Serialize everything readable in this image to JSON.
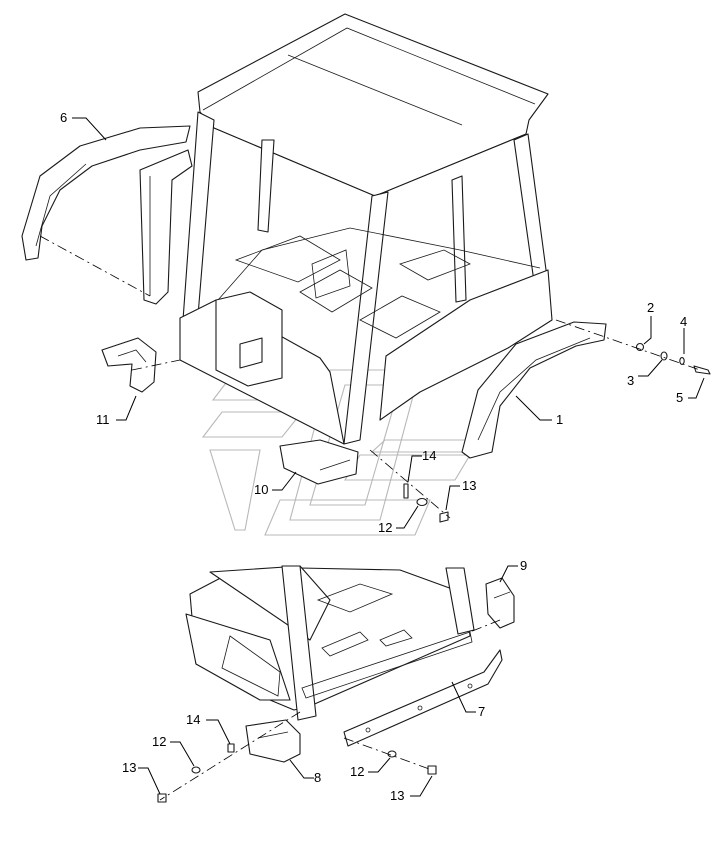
{
  "diagram": {
    "callouts": [
      {
        "id": "c1",
        "label": "1"
      },
      {
        "id": "c2",
        "label": "2"
      },
      {
        "id": "c3",
        "label": "3"
      },
      {
        "id": "c4",
        "label": "4"
      },
      {
        "id": "c5",
        "label": "5"
      },
      {
        "id": "c6",
        "label": "6"
      },
      {
        "id": "c7",
        "label": "7"
      },
      {
        "id": "c8",
        "label": "8"
      },
      {
        "id": "c9",
        "label": "9"
      },
      {
        "id": "c10",
        "label": "10"
      },
      {
        "id": "c11",
        "label": "11"
      },
      {
        "id": "c12a",
        "label": "12"
      },
      {
        "id": "c12b",
        "label": "12"
      },
      {
        "id": "c12c",
        "label": "12"
      },
      {
        "id": "c13a",
        "label": "13"
      },
      {
        "id": "c13b",
        "label": "13"
      },
      {
        "id": "c13c",
        "label": "13"
      },
      {
        "id": "c14a",
        "label": "14"
      },
      {
        "id": "c14b",
        "label": "14"
      }
    ]
  }
}
